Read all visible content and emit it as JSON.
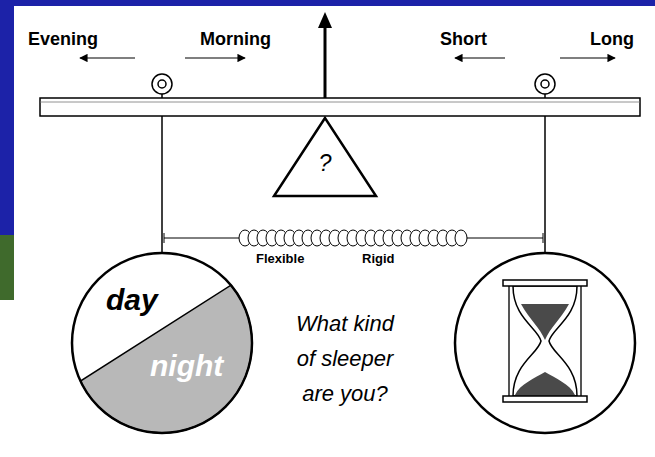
{
  "diagram": {
    "nodes": [
      {
        "text": [
          "?"
        ]
      },
      {
        "text": [
          "day",
          "night"
        ]
      }
    ],
    "labels": [
      "Evening",
      "Morning",
      "Short",
      "Long",
      "Flexible",
      "Rigid",
      "What kind of sleeper are you?"
    ]
  }
}
